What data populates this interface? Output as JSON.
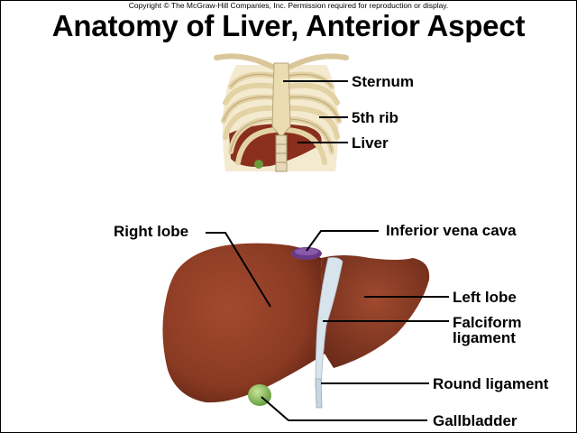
{
  "copyright": "Copyright © The McGraw-Hill Companies, Inc. Permission required for reproduction or display.",
  "title": "Anatomy of Liver, Anterior Aspect",
  "labels": {
    "sternum": "Sternum",
    "rib5": "5th rib",
    "liver": "Liver",
    "right_lobe": "Right lobe",
    "ivc": "Inferior vena cava",
    "left_lobe": "Left lobe",
    "falciform_1": "Falciform",
    "falciform_2": "ligament",
    "round_ligament": "Round ligament",
    "gallbladder": "Gallbladder"
  },
  "colors": {
    "liver": "#8a3a22",
    "bone": "#e8d9b0",
    "gallbladder": "#8ec060",
    "ivc": "#6a3a8a",
    "ligament": "#d8e4ec"
  }
}
